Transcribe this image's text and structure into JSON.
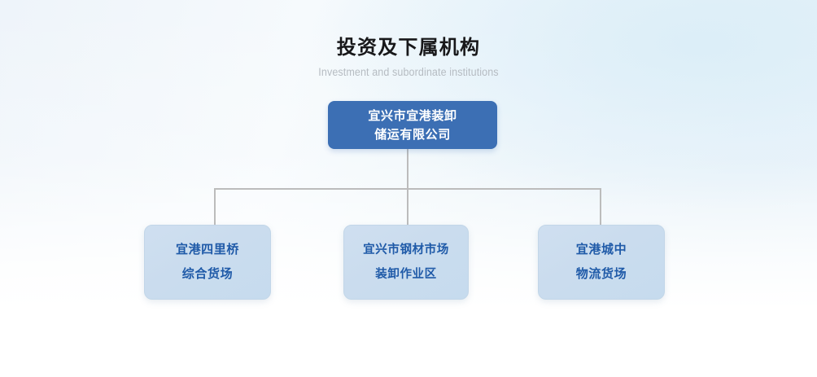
{
  "heading": {
    "title_cn": "投资及下属机构",
    "title_en": "Investment and subordinate institutions"
  },
  "org_chart": {
    "root": {
      "name": "宜兴市宜港装卸储运有限公司",
      "lines": [
        "宜兴市宜港装卸",
        "储运有限公司"
      ],
      "fill_color": "#3c6fb4",
      "text_color": "#ffffff"
    },
    "children": [
      {
        "name": "宜港四里桥综合货场",
        "lines": [
          "宜港四里桥",
          "综合货场"
        ],
        "fill_color": "#cadcee",
        "text_color": "#1f5aa8"
      },
      {
        "name": "宜兴市钢材市场装卸作业区",
        "lines": [
          "宜兴市钢材市场",
          "装卸作业区"
        ],
        "fill_color": "#cadcee",
        "text_color": "#1f5aa8"
      },
      {
        "name": "宜港城中物流货场",
        "lines": [
          "宜港城中",
          "物流货场"
        ],
        "fill_color": "#cadcee",
        "text_color": "#1f5aa8"
      }
    ],
    "connector_color": "#bcbcbc"
  },
  "theme": {
    "background_top_left": "#eef4fa",
    "background_top_right": "#e2eff7",
    "background_bottom": "#ffffff",
    "accent": "#3c6fb4"
  }
}
